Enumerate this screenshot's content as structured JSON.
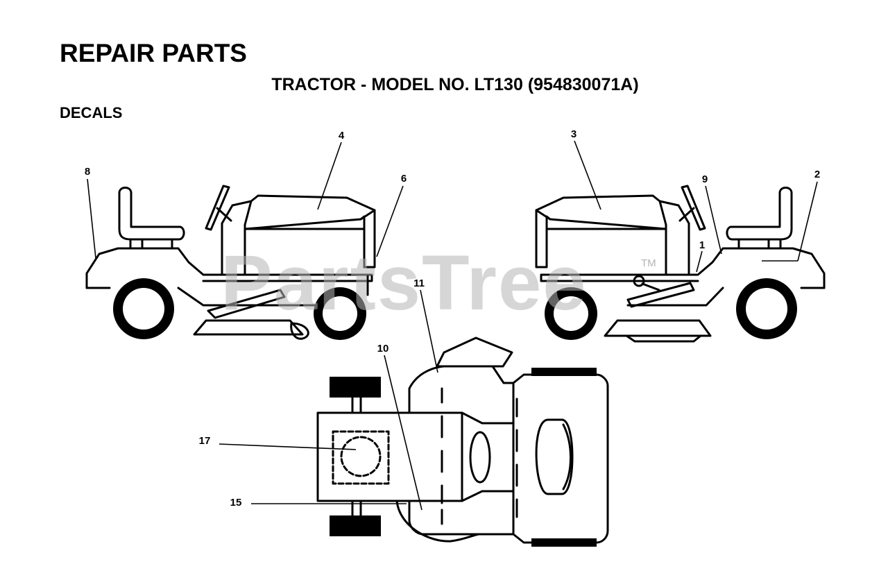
{
  "header": {
    "title": "REPAIR PARTS",
    "subtitle": "TRACTOR - MODEL NO. LT130  (954830071A)",
    "section": "DECALS"
  },
  "watermark": {
    "text": "PartsTree",
    "mark": "TM"
  },
  "callouts": [
    "8",
    "4",
    "6",
    "3",
    "9",
    "2",
    "1",
    "11",
    "10",
    "17",
    "15"
  ],
  "colors": {
    "ink": "#000000",
    "watermark": "#b4b4b4",
    "background": "#ffffff"
  }
}
